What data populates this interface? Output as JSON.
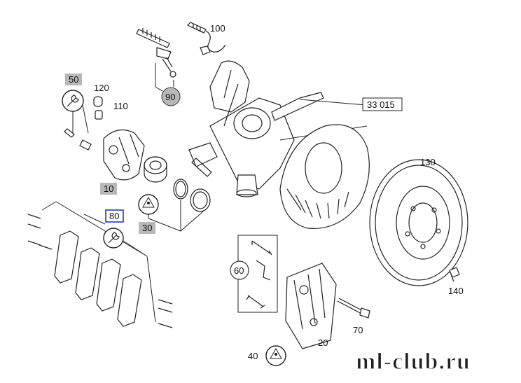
{
  "labels": {
    "l100": "100",
    "l50": "50",
    "l120": "120",
    "l110": "110",
    "l90": "90",
    "l33015": "33 015",
    "l130": "130",
    "l10": "10",
    "l80": "80",
    "l30": "30",
    "l60": "60",
    "l140": "140",
    "l70": "70",
    "l20": "20",
    "l40": "40"
  },
  "watermark": "ml-club.ru",
  "colors": {
    "highlight_box": "#b8b8b8",
    "selected_border": "#1a2fa6",
    "line": "#222222"
  },
  "icons": [
    "wrench-icon",
    "wrench-icon",
    "grease-tube-icon",
    "tool-icon",
    "tool-icon"
  ]
}
